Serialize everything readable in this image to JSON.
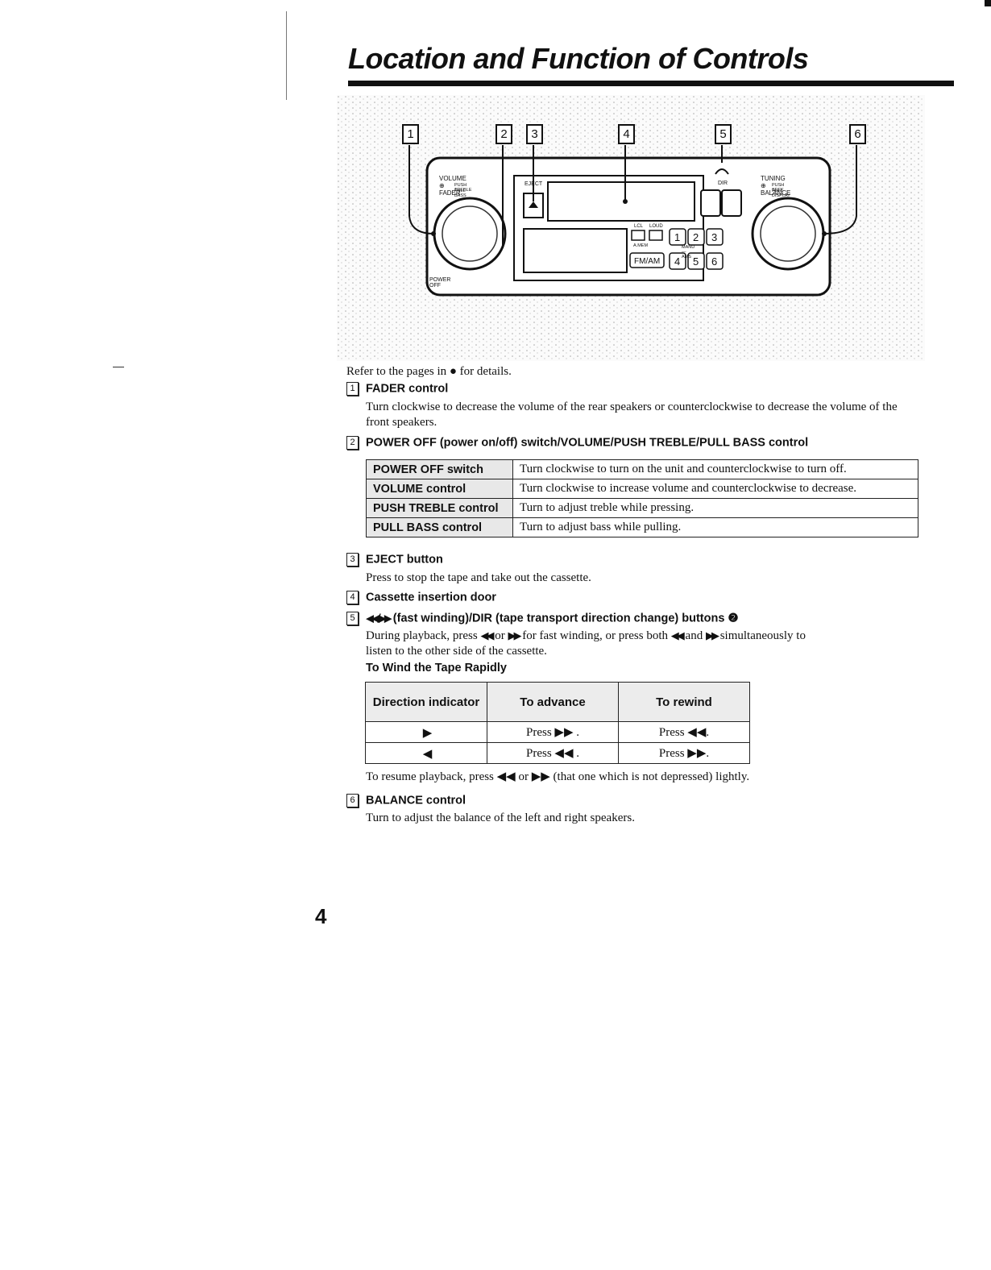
{
  "page": {
    "title": "Location and Function of Controls",
    "page_number": "4"
  },
  "figure": {
    "callouts": [
      "1",
      "2",
      "3",
      "4",
      "5",
      "6"
    ],
    "labels": {
      "volume_fader": "VOLUME ⊕ FADER",
      "push_treble": "PUSH TREBLE",
      "pull_bass": "PULL BASS",
      "power_off": "POWER OFF",
      "eject": "EJECT",
      "dir": "DIR",
      "tuning_balance": "TUNING ⊕ BALANCE",
      "push_seek": "PUSH SEEK",
      "pull_display": "PULL DISPLAY",
      "lcl": "LCL",
      "loud": "LOUD",
      "a_mem": "A.MEM",
      "manu_ams": "MANU — AMS",
      "fm_am": "FM/AM",
      "presets": [
        "1",
        "2",
        "3",
        "4",
        "5",
        "6"
      ]
    }
  },
  "intro": "Refer to the pages in ● for details.",
  "sections": {
    "s1": {
      "num": "1",
      "heading": "FADER control",
      "text": "Turn clockwise to decrease the volume of the rear speakers or counterclockwise to decrease the volume of the front speakers."
    },
    "s2": {
      "num": "2",
      "heading": "POWER OFF (power on/off) switch/VOLUME/PUSH TREBLE/PULL BASS control",
      "table": [
        {
          "label": "POWER OFF switch",
          "text": "Turn clockwise to turn on the unit and counterclockwise to turn off."
        },
        {
          "label": "VOLUME control",
          "text": "Turn clockwise to increase volume and counterclockwise to decrease."
        },
        {
          "label": "PUSH TREBLE control",
          "text": "Turn to adjust treble while pressing."
        },
        {
          "label": "PULL BASS control",
          "text": "Turn to adjust bass while pulling."
        }
      ]
    },
    "s3": {
      "num": "3",
      "heading": "EJECT button",
      "text": "Press to stop the tape and take out the cassette."
    },
    "s4": {
      "num": "4",
      "heading": "Cassette insertion door"
    },
    "s5": {
      "num": "5",
      "heading_arrows": "◀◀/▶▶",
      "heading": "(fast winding)/DIR (tape transport direction change) buttons",
      "heading_ref": "❷",
      "text_a": "During playback, press",
      "text_b": "or",
      "text_c": "for fast winding, or press both",
      "text_d": "and",
      "text_e": "simultaneously to",
      "text_f": "listen to the other side of the cassette.",
      "rew": "◀◀",
      "ff": "▶▶",
      "subheading": "To Wind the Tape Rapidly",
      "table": {
        "headers": [
          "Direction indicator",
          "To advance",
          "To rewind"
        ],
        "rows": [
          {
            "indicator": "▶",
            "advance": "Press ▶▶ .",
            "rewind": "Press ◀◀."
          },
          {
            "indicator": "◀",
            "advance": "Press ◀◀ .",
            "rewind": "Press ▶▶."
          }
        ]
      },
      "resume": "To resume playback, press ◀◀ or ▶▶ (that one which is not depressed) lightly."
    },
    "s6": {
      "num": "6",
      "heading": "BALANCE control",
      "text": "Turn to adjust the balance of the left and right speakers."
    }
  }
}
